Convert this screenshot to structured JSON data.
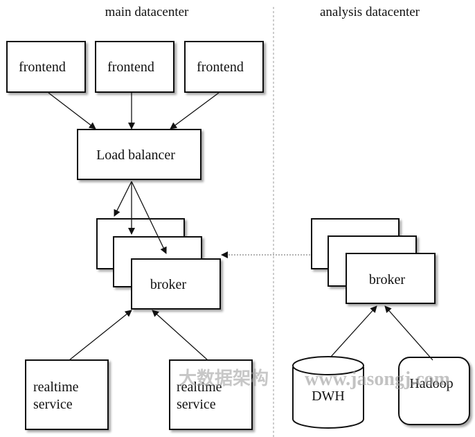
{
  "titles": {
    "left": "main datacenter",
    "right": "analysis datacenter"
  },
  "nodes": {
    "frontend_1": "frontend",
    "frontend_2": "frontend",
    "frontend_3": "frontend",
    "load_balancer": "Load balancer",
    "broker_main": "broker",
    "broker_analysis": "broker",
    "realtime_1": [
      "realtime",
      "service"
    ],
    "realtime_2": [
      "realtime",
      "service"
    ],
    "dwh": "DWH",
    "hadoop": "Hadoop"
  },
  "watermark": {
    "cn": "大数据架构",
    "en": "www.jasongj.com"
  },
  "colors": {
    "stroke": "#111111",
    "divider": "#9a9a9a",
    "watermark": "#9a9a9a"
  }
}
